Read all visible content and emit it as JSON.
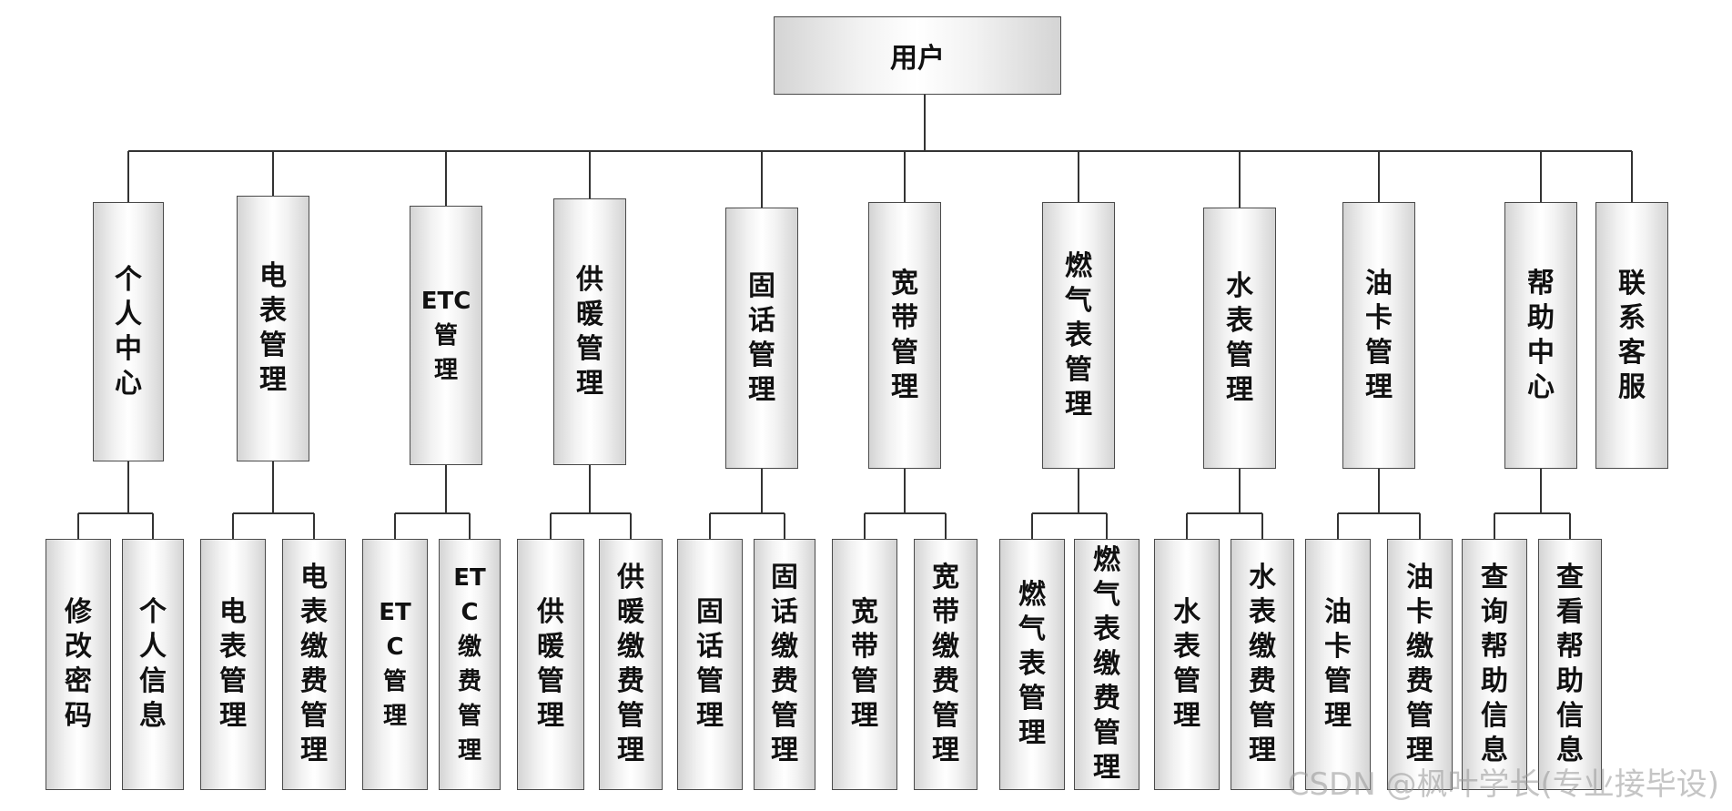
{
  "root": "用户",
  "modules": [
    {
      "label": "个人中心",
      "children": [
        "修改密码",
        "个人信息"
      ]
    },
    {
      "label": "电表管理",
      "children": [
        "电表管理",
        "电表缴费管理"
      ]
    },
    {
      "label": "ETC\n管\n理",
      "children": [
        "ET\nC\n管\n理",
        "ET\nC\n缴\n费\n管\n理"
      ]
    },
    {
      "label": "供暖管理",
      "children": [
        "供暖管理",
        "供暖缴费管理"
      ]
    },
    {
      "label": "固话管理",
      "children": [
        "固话管理",
        "固话缴费管理"
      ]
    },
    {
      "label": "宽带管理",
      "children": [
        "宽带管理",
        "宽带缴费管理"
      ]
    },
    {
      "label": "燃气表管理",
      "children": [
        "燃气表管理",
        "燃气表缴费管理"
      ]
    },
    {
      "label": "水表管理",
      "children": [
        "水表管理",
        "水表缴费管理"
      ]
    },
    {
      "label": "油卡管理",
      "children": [
        "油卡管理",
        "油卡缴费管理"
      ]
    },
    {
      "label": "帮助中心",
      "children": [
        "查询帮助信息",
        "查看帮助信息"
      ]
    },
    {
      "label": "联系客服",
      "children": []
    }
  ],
  "watermark": "CSDN @枫叶学长(专业接毕设)"
}
